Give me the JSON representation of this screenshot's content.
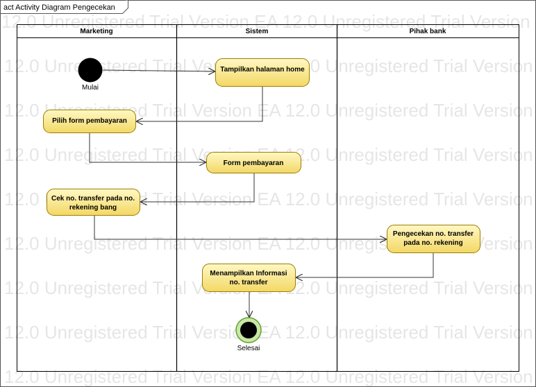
{
  "frame": {
    "title": "act Activity Diagram Pengecekan"
  },
  "watermark": {
    "text": "12.0 Unregistered Trial Version   EA 12.0 Unregistered Trial Version"
  },
  "lanes": [
    {
      "name": "Marketing"
    },
    {
      "name": "Sistem"
    },
    {
      "name": "Pihak bank"
    }
  ],
  "nodes": {
    "start": {
      "label": "Mulai"
    },
    "end": {
      "label": "Selesai"
    }
  },
  "activities": {
    "home": {
      "lines": [
        "Tampilkan halaman home"
      ]
    },
    "pilih": {
      "lines": [
        "Pilih form pembayaran"
      ]
    },
    "form": {
      "lines": [
        "Form pembayaran"
      ]
    },
    "cek": {
      "lines": [
        "Cek no. transfer pada no.",
        "rekening bang"
      ]
    },
    "pengecekan": {
      "lines": [
        "Pengecekan no. transfer",
        "pada no. rekening"
      ]
    },
    "informasi": {
      "lines": [
        "Menampilkan Informasi",
        "no. transfer"
      ]
    }
  },
  "colors": {
    "activity_fill_top": "#fff6b8",
    "activity_fill_bottom": "#f2d96a",
    "activity_stroke": "#8a6d00",
    "start_fill": "#000000",
    "end_ring": "#7cc242"
  }
}
